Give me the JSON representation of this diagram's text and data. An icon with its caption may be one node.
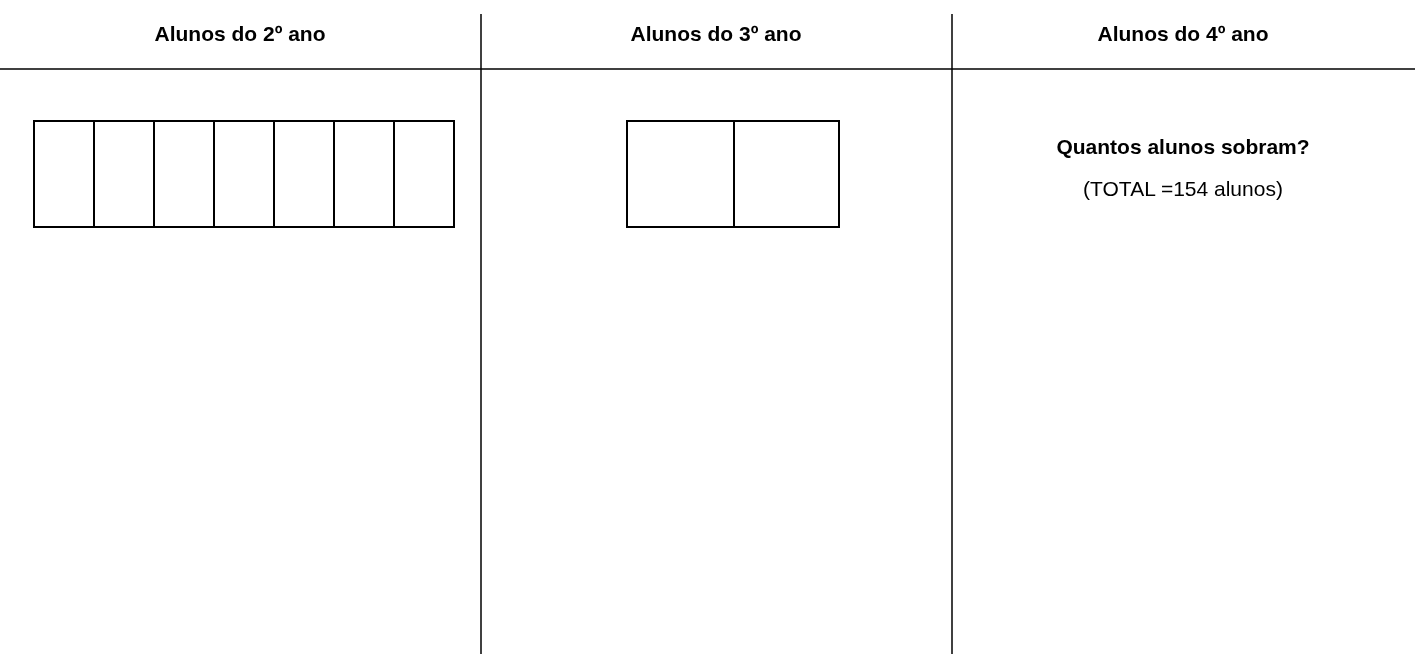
{
  "diagram": {
    "nodes": [
      {
        "text": [],
        "shape": "box"
      },
      {
        "text": [],
        "shape": "box"
      },
      {
        "text": [],
        "shape": "box"
      },
      {
        "text": [],
        "shape": "box"
      },
      {
        "text": [],
        "shape": "box"
      },
      {
        "text": [],
        "shape": "box"
      },
      {
        "text": [],
        "shape": "box"
      },
      {
        "text": [],
        "shape": "box"
      },
      {
        "text": [],
        "shape": "box"
      }
    ],
    "edges": [],
    "labels": [
      "Alunos do 2º ano",
      "Alunos do 3º ano",
      "Alunos do 4º ano",
      "Quantos alunos sobram?",
      "(TOTAL =154 alunos)"
    ]
  }
}
